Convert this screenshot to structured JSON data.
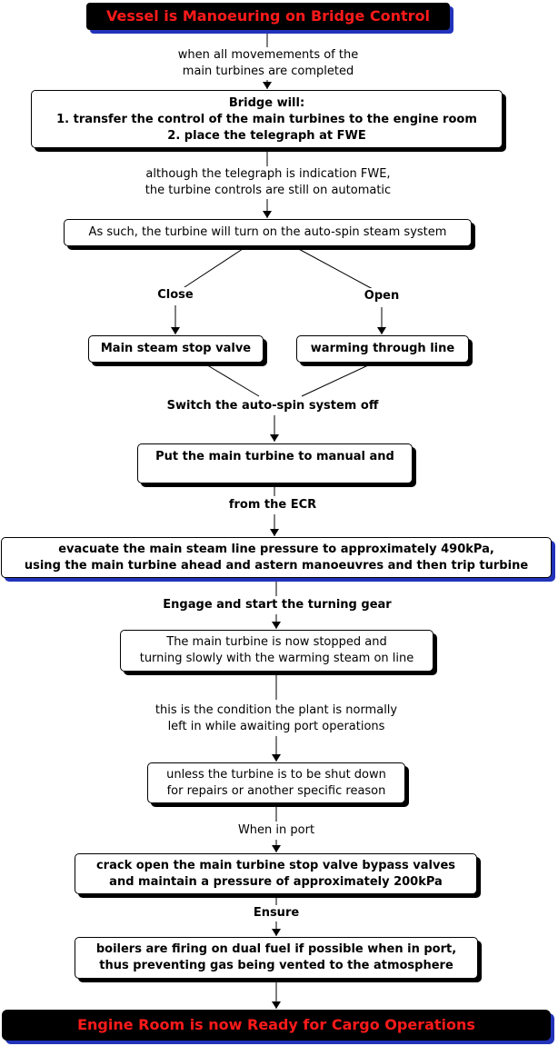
{
  "start": "Vessel is Manoeuring on Bridge Control",
  "label1": [
    "when all movemements of the",
    "main turbines are completed"
  ],
  "box_bridge": [
    "Bridge will:",
    "1. transfer the control of the main turbines to the engine room",
    "2. place the telegraph at FWE"
  ],
  "label2": [
    "although the telegraph is indication FWE,",
    "the turbine controls are still on automatic"
  ],
  "box_autospin": "As such, the turbine will turn on the auto-spin steam system",
  "label_close": "Close",
  "label_open": "Open",
  "box_stop_valve": "Main steam stop valve",
  "box_warming": "warming through line",
  "label_switch": "Switch the auto-spin system off",
  "box_manual": "Put the main turbine to manual and",
  "label_ecr": "from the ECR",
  "box_evacuate": [
    "evacuate the main steam line pressure to approximately 490kPa,",
    "using the main turbine ahead and astern manoeuvres and then trip turbine"
  ],
  "label_engage": "Engage and start the turning gear",
  "box_stopped": [
    "The main turbine is now stopped and",
    "turning slowly with the warming steam on line"
  ],
  "label_condition": [
    "this is the condition the plant is normally",
    "left in while awaiting port operations"
  ],
  "box_unless": [
    "unless the turbine is to be shut down",
    "for repairs or another specific reason"
  ],
  "label_port": "When in port",
  "box_crack": [
    "crack open the main turbine stop valve bypass valves",
    "and maintain a pressure of approximately 200kPa"
  ],
  "label_ensure": "Ensure",
  "box_boilers": [
    "boilers are firing on dual fuel if possible when in port,",
    "thus preventing gas being vented to the atmosphere"
  ],
  "end": "Engine Room is now Ready for Cargo Operations"
}
